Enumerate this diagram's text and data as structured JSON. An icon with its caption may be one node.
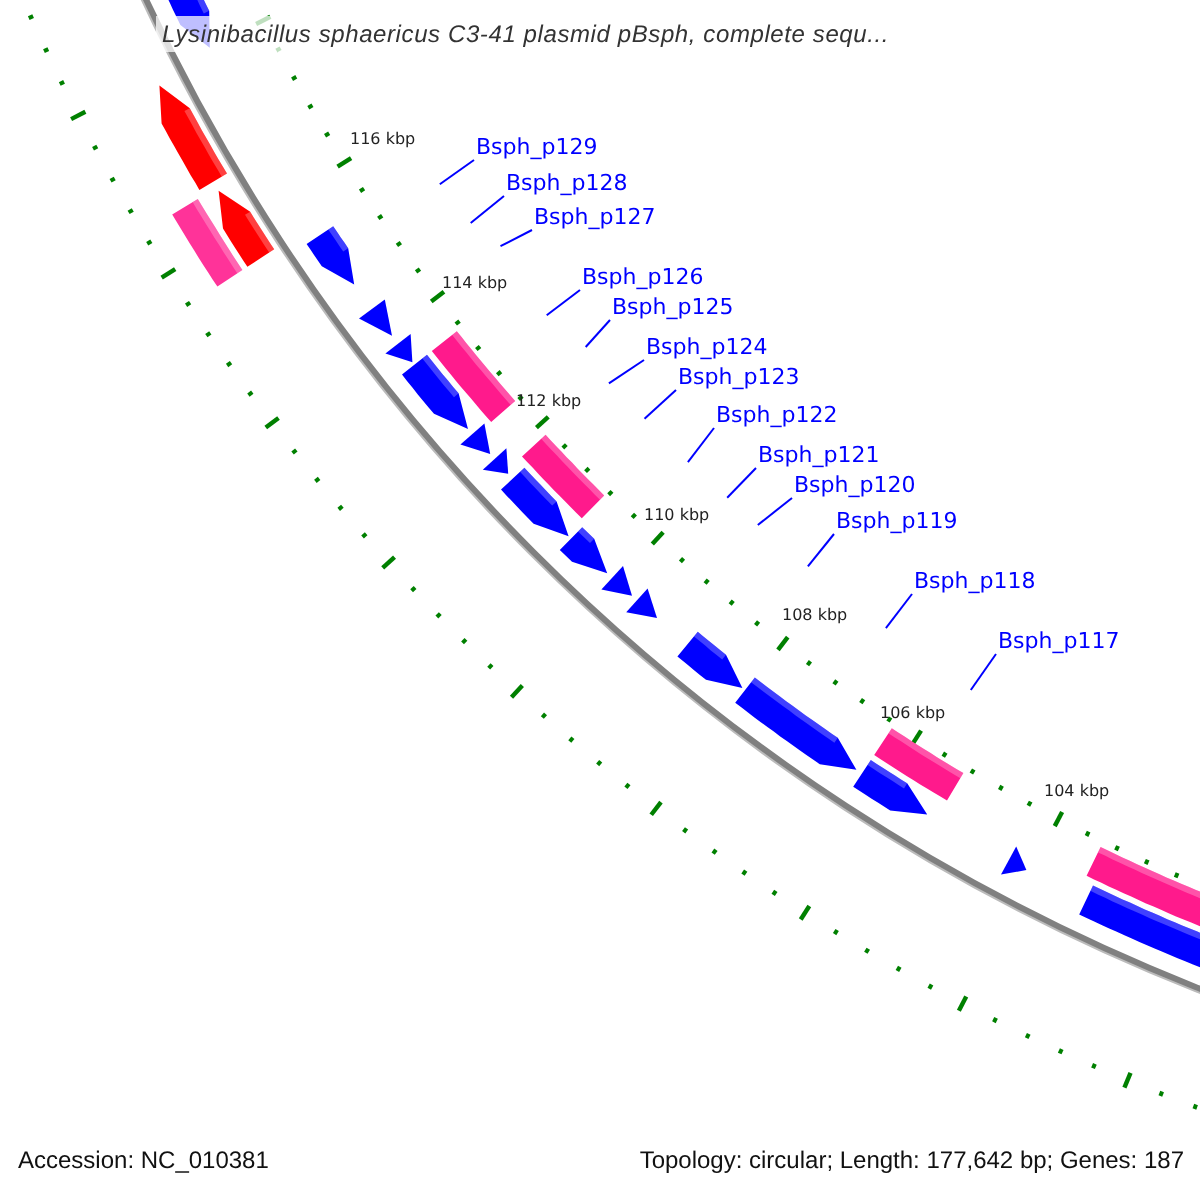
{
  "diagram": {
    "title": "Lysinibacillus sphaericus C3-41 plasmid pBsph, complete sequ...",
    "nodes": [
      {
        "text": [
          "Bsph_p129"
        ]
      },
      {
        "text": [
          "Bsph_p128"
        ]
      },
      {
        "text": [
          "Bsph_p127"
        ]
      },
      {
        "text": [
          "Bsph_p126"
        ]
      },
      {
        "text": [
          "Bsph_p125"
        ]
      },
      {
        "text": [
          "Bsph_p124"
        ]
      },
      {
        "text": [
          "Bsph_p123"
        ]
      },
      {
        "text": [
          "Bsph_p122"
        ]
      },
      {
        "text": [
          "Bsph_p121"
        ]
      },
      {
        "text": [
          "Bsph_p120"
        ]
      },
      {
        "text": [
          "Bsph_p119"
        ]
      },
      {
        "text": [
          "Bsph_p118"
        ]
      },
      {
        "text": [
          "Bsph_p117"
        ]
      }
    ],
    "edges": [
      {
        "from": 0,
        "to": null,
        "arrow": "none"
      },
      {
        "from": 1,
        "to": null,
        "arrow": "none"
      },
      {
        "from": 2,
        "to": null,
        "arrow": "none"
      },
      {
        "from": 3,
        "to": null,
        "arrow": "none"
      },
      {
        "from": 4,
        "to": null,
        "arrow": "none"
      },
      {
        "from": 5,
        "to": null,
        "arrow": "none"
      },
      {
        "from": 6,
        "to": null,
        "arrow": "none"
      },
      {
        "from": 7,
        "to": null,
        "arrow": "none"
      },
      {
        "from": 8,
        "to": null,
        "arrow": "none"
      },
      {
        "from": 9,
        "to": null,
        "arrow": "none"
      },
      {
        "from": 10,
        "to": null,
        "arrow": "none"
      },
      {
        "from": 11,
        "to": null,
        "arrow": "none"
      },
      {
        "from": 12,
        "to": null,
        "arrow": "none"
      }
    ],
    "labels": [
      "116 kbp",
      "114 kbp",
      "112 kbp",
      "110 kbp",
      "108 kbp",
      "106 kbp",
      "104 kbp",
      "Accession: NC_010381",
      "Topology: circular; Length: 177,642 bp; Genes: 187"
    ]
  }
}
